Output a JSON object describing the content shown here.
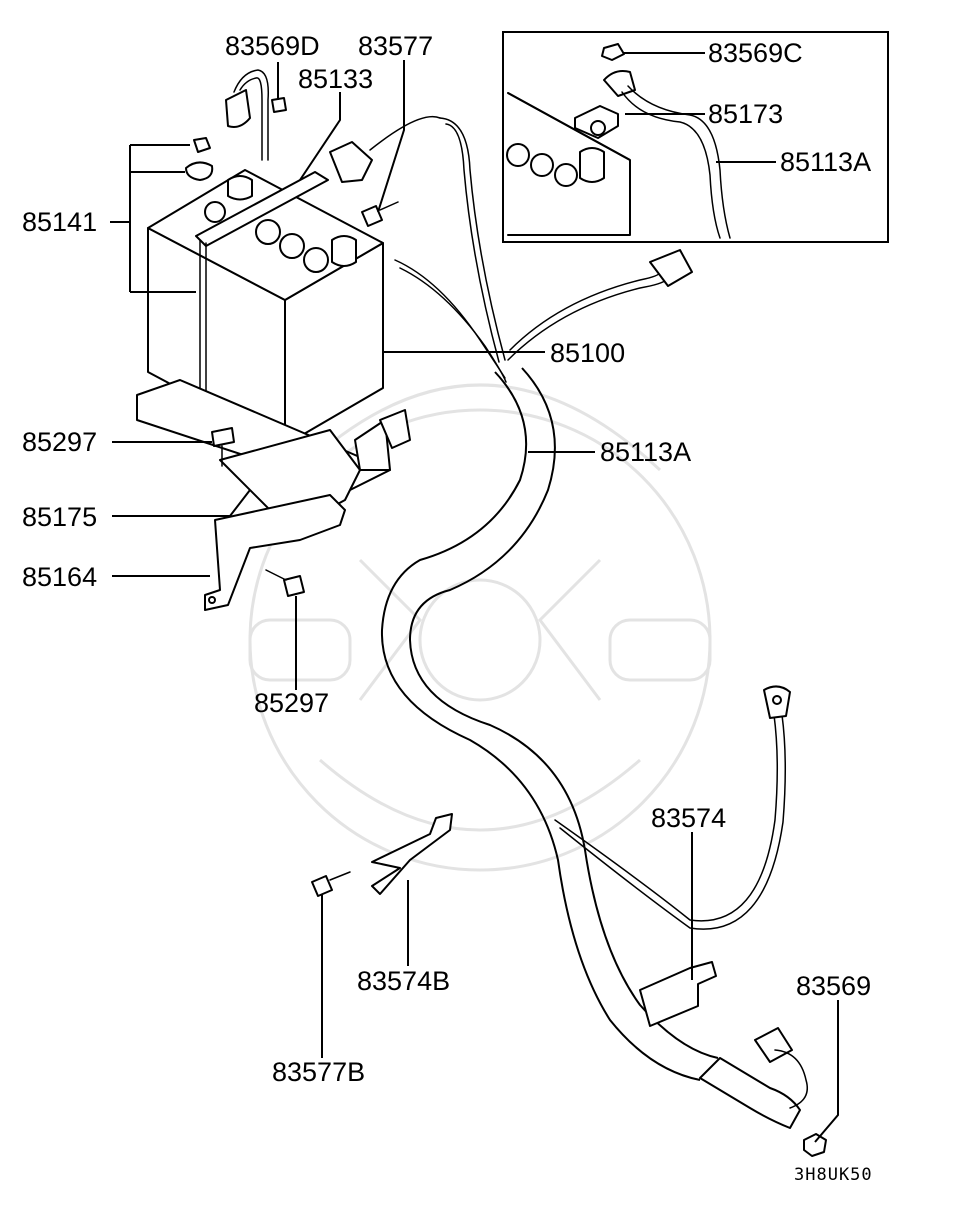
{
  "labels": {
    "l_83569D": "83569D",
    "l_83577": "83577",
    "l_85133": "85133",
    "l_83569C": "83569C",
    "l_85173": "85173",
    "l_85113A_inset": "85113A",
    "l_85141": "85141",
    "l_85100": "85100",
    "l_85297_a": "85297",
    "l_85113A": "85113A",
    "l_85175": "85175",
    "l_85164": "85164",
    "l_85297_b": "85297",
    "l_83574": "83574",
    "l_83569": "83569",
    "l_83574B": "83574B",
    "l_83577B": "83577B"
  },
  "diagram_code": "3H8UK50"
}
